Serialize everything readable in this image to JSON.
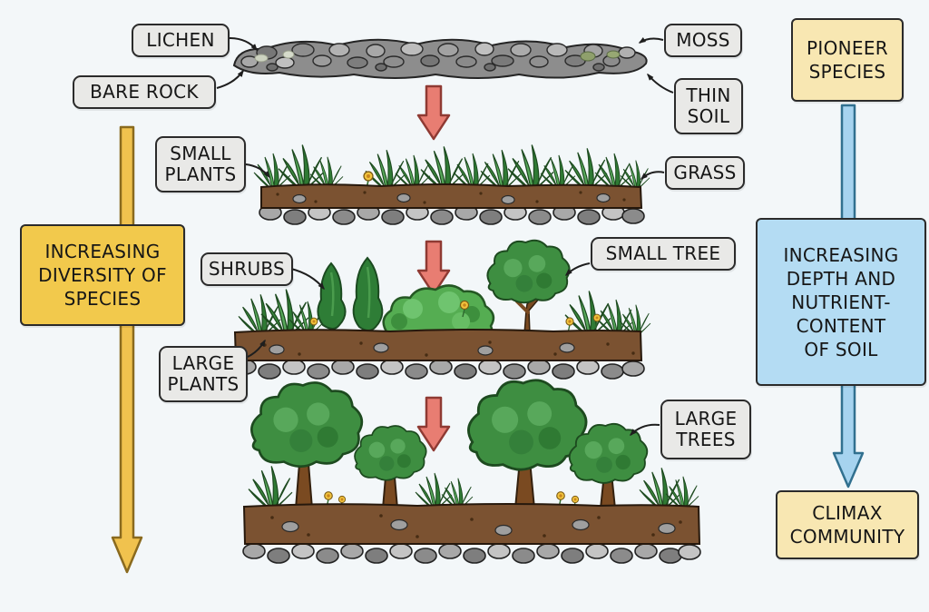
{
  "labels": {
    "lichen": "LICHEN",
    "bare_rock": "BARE ROCK",
    "moss": "MOSS",
    "thin_soil": "THIN\nSOIL",
    "small_plants": "SMALL\nPLANTS",
    "grass": "GRASS",
    "shrubs": "SHRUBS",
    "small_tree": "SMALL TREE",
    "large_plants": "LARGE\nPLANTS",
    "large_trees": "LARGE\nTREES"
  },
  "flow": {
    "left_axis": "INCREASING\nDIVERSITY OF\nSPECIES",
    "pioneer": "PIONEER\nSPECIES",
    "soil_axis": "INCREASING\nDEPTH AND\nNUTRIENT-\nCONTENT\nOF SOIL",
    "climax": "CLIMAX\nCOMMUNITY"
  },
  "colors": {
    "background": "#f3f7f9",
    "label_box_bg": "#e9e9e7",
    "gold_box_bg": "#f2c94c",
    "cream_box_bg": "#f8e7b2",
    "blue_box_bg": "#b4dcf3",
    "red_arrow": "#e87d72",
    "gold_arrow": "#f0c24e",
    "blue_arrow": "#a6d3ef",
    "soil": "#7b5231",
    "rock": "#8d8d8d",
    "foliage": "#3e8e41"
  }
}
